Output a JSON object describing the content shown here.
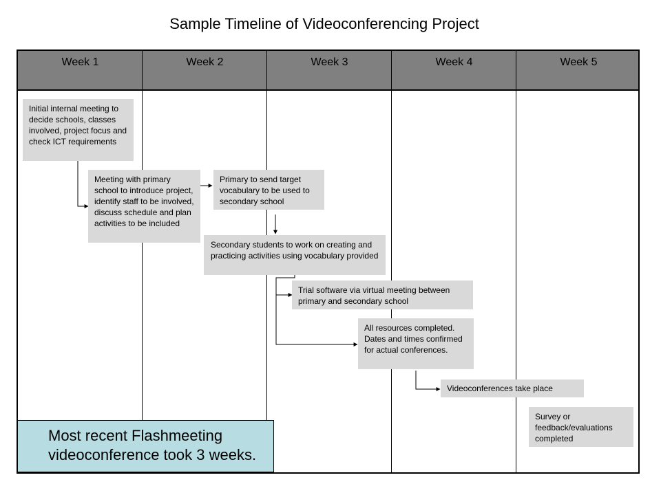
{
  "title": "Sample Timeline of Videoconferencing Project",
  "weeks": [
    "Week 1",
    "Week 2",
    "Week 3",
    "Week 4",
    "Week 5"
  ],
  "tasks": {
    "initial_meeting": "Initial internal meeting to decide schools, classes involved, project focus and check ICT requirements",
    "primary_meeting": "Meeting with primary school to introduce project, identify staff to be involved, discuss schedule and plan activities to be included",
    "send_vocabulary": "Primary  to send target vocabulary to be used to secondary school",
    "secondary_activities": "Secondary students to work on creating and practicing activities using vocabulary provided",
    "trial_software": "Trial  software via virtual meeting between primary and secondary school",
    "resources_completed": "All resources completed. Dates and times confirmed for actual conferences.",
    "videoconferences": "Videoconferences take place",
    "survey": "Survey or feedback/evaluations completed"
  },
  "note": "Most recent Flashmeeting videoconference took 3 weeks.",
  "colors": {
    "header_band": "#808080",
    "task_box": "#d9d9d9",
    "note_box": "#b7dde2"
  }
}
